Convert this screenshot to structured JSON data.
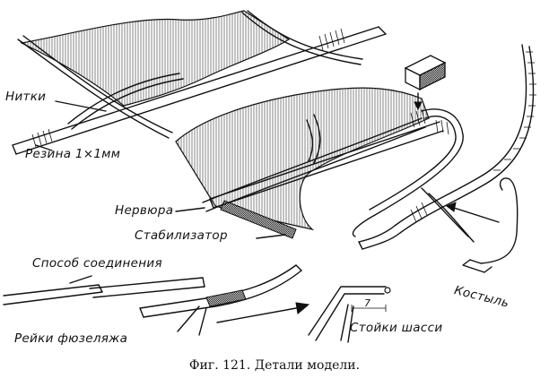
{
  "labels": {
    "nitki": "Нитки",
    "rezina": "Резина 1×1мм",
    "nervyura": "Нервюра",
    "stabilizator": "Стабилизатор",
    "sposob": "Способ соединения",
    "reiki": "Рейки фюзеляжа",
    "stoiki": "Стойки шасси",
    "kostyl": "Костыль"
  },
  "caption": "Фиг. 121. Детали модели."
}
